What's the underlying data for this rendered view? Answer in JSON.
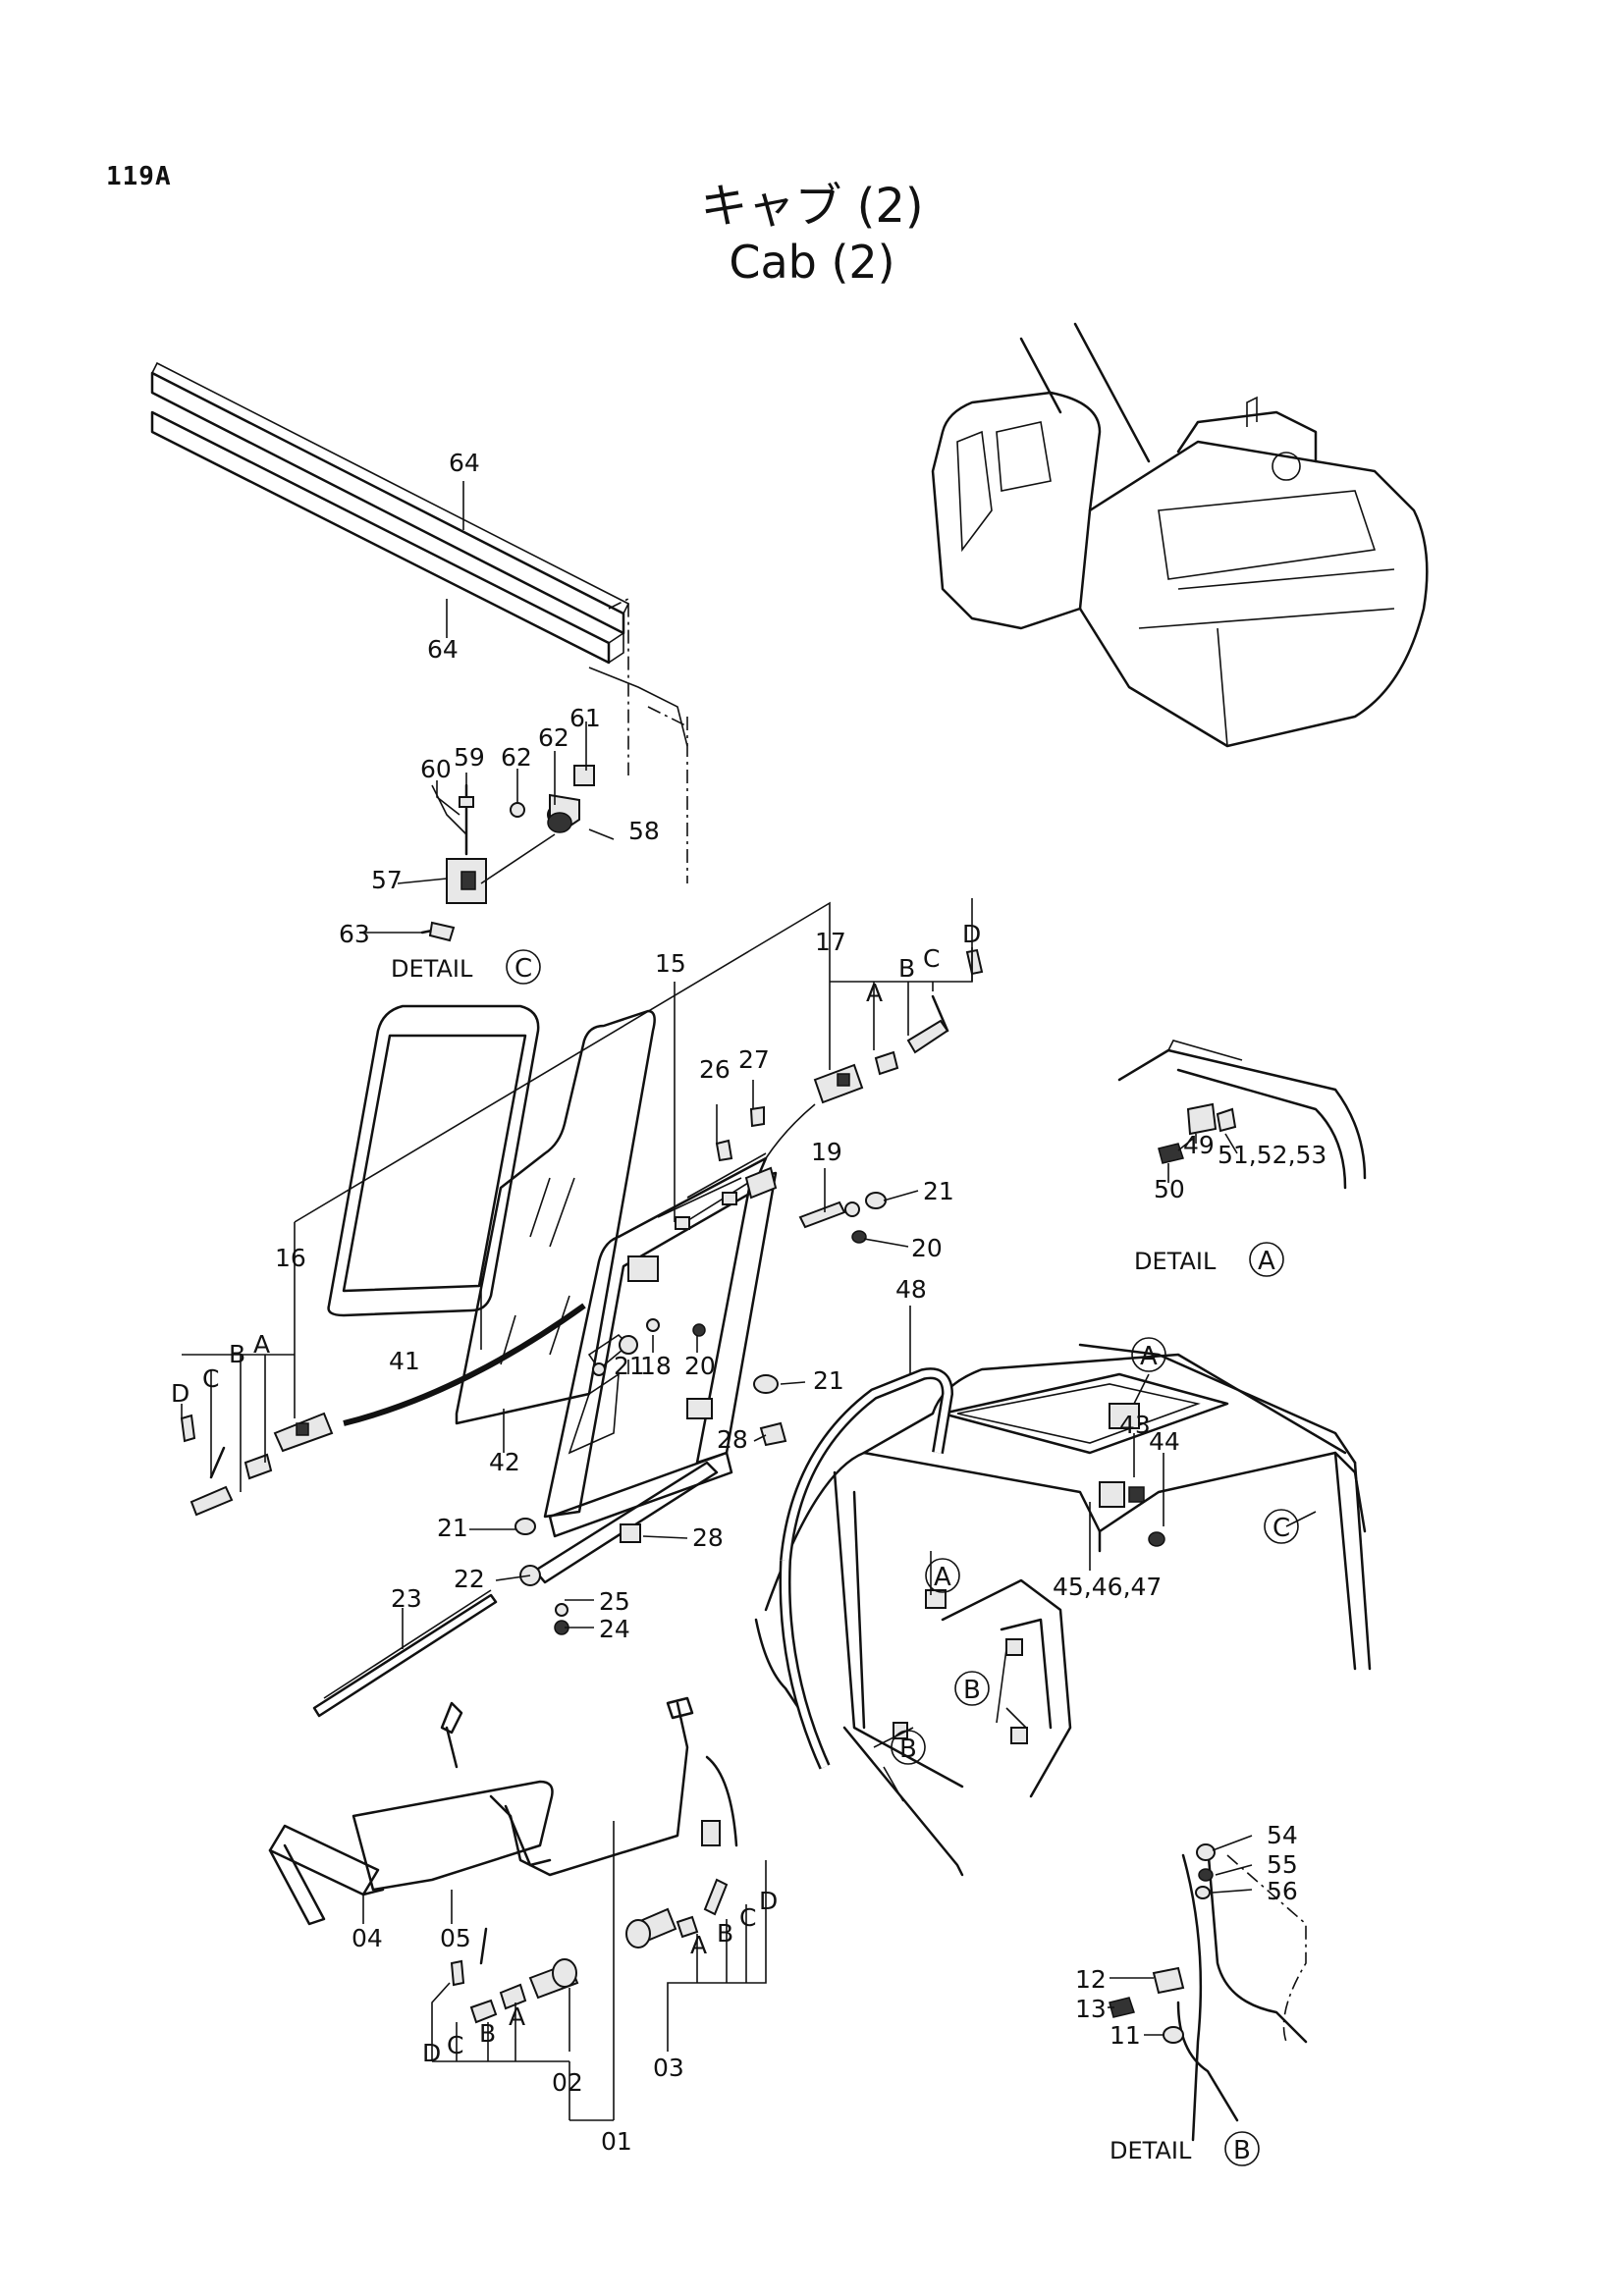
{
  "header": {
    "page_id": "119A",
    "title_jp": "キャブ (2)",
    "title_en": "Cab (2)"
  },
  "details": {
    "a_label": "DETAIL",
    "a_letter": "A",
    "b_label": "DETAIL",
    "b_letter": "B",
    "c_label": "DETAIL",
    "c_letter": "C"
  },
  "callouts": {
    "p64a": "64",
    "p64b": "64",
    "p60": "60",
    "p59": "59",
    "p62a": "62",
    "p62b": "62",
    "p61": "61",
    "p58": "58",
    "p57": "57",
    "p63": "63",
    "p15": "15",
    "p17": "17",
    "p16": "16",
    "p26": "26",
    "p27": "27",
    "p19": "19",
    "p21a": "21",
    "p21b": "21",
    "p21c": "21",
    "p21d": "21",
    "p20a": "20",
    "p20b": "20",
    "p18": "18",
    "p41": "41",
    "p42": "42",
    "p28a": "28",
    "p28b": "28",
    "p22": "22",
    "p23": "23",
    "p24": "24",
    "p25": "25",
    "p48": "48",
    "p43": "43",
    "p44": "44",
    "p45_47": "45,46,47",
    "p49": "49",
    "p50": "50",
    "p51_53": "51,52,53",
    "p54": "54",
    "p55": "55",
    "p56": "56",
    "p12": "12",
    "p13": "13",
    "p11": "11",
    "p01": "01",
    "p02": "02",
    "p03": "03",
    "p04": "04",
    "p05": "05",
    "l17A": "A",
    "l17B": "B",
    "l17C": "C",
    "l17D": "D",
    "l16A": "A",
    "l16B": "B",
    "l16C": "C",
    "l16D": "D",
    "l02A": "A",
    "l02B": "B",
    "l02C": "C",
    "l02D": "D",
    "l03A": "A",
    "l03B": "B",
    "l03C": "C",
    "l03D": "D",
    "ref_A1": "A",
    "ref_A2": "A",
    "ref_B1": "B",
    "ref_B2": "B",
    "ref_C": "C"
  }
}
